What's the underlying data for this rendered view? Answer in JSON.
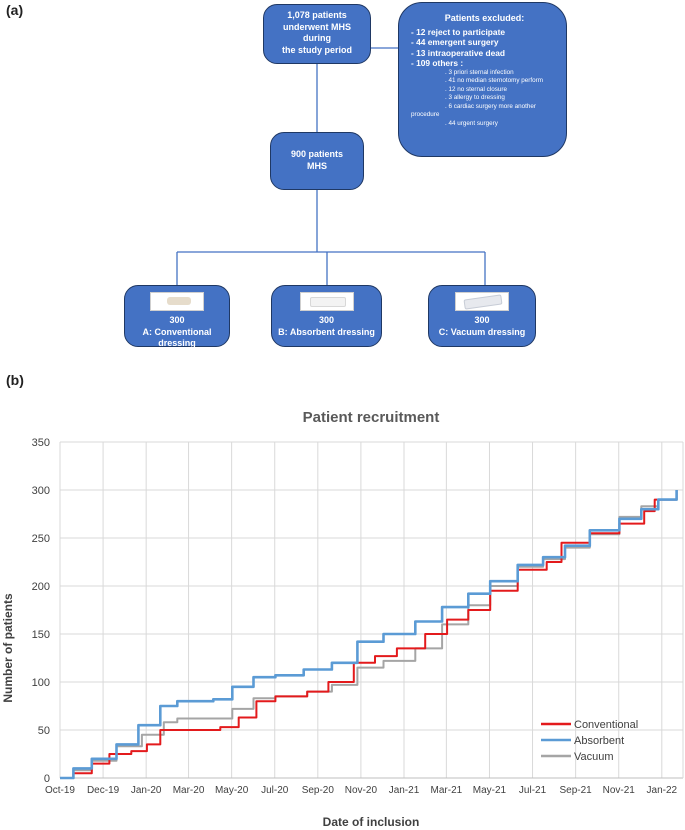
{
  "panel_a": {
    "label": "(a)",
    "top_box": [
      "1,078 patients",
      "underwent MHS",
      "during",
      "the study period"
    ],
    "excluded": {
      "title": "Patients excluded:",
      "items": [
        "- 12 reject to participate",
        "- 44 emergent surgery",
        "- 13 intraoperative dead",
        "- 109 others :"
      ],
      "sub_items": [
        ". 3 priori sternal infection",
        ". 41 no median sternotomy perform",
        ". 12 no sternal closure",
        ". 3 allergy to dressing"
      ],
      "sub_wrap_a": ". 6 cardiac surgery more another",
      "sub_wrap_b": "procedure",
      "sub_last": ". 44 urgent surgery"
    },
    "middle_box": [
      "900 patients",
      "MHS"
    ],
    "groups": [
      {
        "count": "300",
        "lines": [
          "A: Conventional",
          "dressing"
        ]
      },
      {
        "count": "300",
        "lines": [
          "B: Absorbent dressing"
        ]
      },
      {
        "count": "300",
        "lines": [
          "C: Vacuum dressing"
        ]
      }
    ],
    "colors": {
      "box_fill": "#4472c4",
      "box_border": "#1f3864",
      "connector": "#4472c4"
    }
  },
  "panel_b": {
    "label": "(b)"
  },
  "chart_data": {
    "type": "line",
    "title": "Patient recruitment",
    "xlabel": "Date of inclusion",
    "ylabel": "Number of patients",
    "x_tick_labels": [
      "Oct-19",
      "Dec-19",
      "Jan-20",
      "Mar-20",
      "May-20",
      "Jul-20",
      "Sep-20",
      "Nov-20",
      "Jan-21",
      "Mar-21",
      "May-21",
      "Jul-21",
      "Sep-21",
      "Nov-21",
      "Jan-22"
    ],
    "x_tick_dates": [
      "2019-10-01",
      "2019-12-01",
      "2020-01-31",
      "2020-03-31",
      "2020-05-31",
      "2020-07-31",
      "2020-09-30",
      "2020-11-30",
      "2021-01-30",
      "2021-03-31",
      "2021-05-31",
      "2021-07-31",
      "2021-09-30",
      "2021-11-30",
      "2022-01-30"
    ],
    "xlim": [
      "2019-10-01",
      "2022-03-01"
    ],
    "ylim": [
      0,
      350
    ],
    "y_ticks": [
      0,
      50,
      100,
      150,
      200,
      250,
      300,
      350
    ],
    "grid": true,
    "legend_position": "lower-right",
    "series": [
      {
        "name": "Conventional",
        "color": "#e31a1c",
        "x": [
          "2019-10-01",
          "2019-10-20",
          "2019-11-15",
          "2019-12-10",
          "2020-01-10",
          "2020-02-01",
          "2020-02-20",
          "2020-05-15",
          "2020-06-10",
          "2020-07-05",
          "2020-08-01",
          "2020-09-15",
          "2020-10-15",
          "2020-11-20",
          "2020-12-20",
          "2021-01-20",
          "2021-03-01",
          "2021-04-01",
          "2021-05-01",
          "2021-06-01",
          "2021-07-10",
          "2021-08-20",
          "2021-09-10",
          "2021-10-20",
          "2021-12-01",
          "2022-01-05",
          "2022-01-20",
          "2022-02-20"
        ],
        "y": [
          0,
          5,
          15,
          25,
          28,
          35,
          50,
          53,
          63,
          80,
          85,
          90,
          100,
          120,
          127,
          135,
          150,
          165,
          175,
          195,
          217,
          225,
          245,
          255,
          265,
          278,
          290,
          300
        ]
      },
      {
        "name": "Absorbent",
        "color": "#5b9bd5",
        "x": [
          "2019-10-01",
          "2019-10-20",
          "2019-11-15",
          "2019-12-20",
          "2020-01-20",
          "2020-02-20",
          "2020-03-15",
          "2020-05-05",
          "2020-06-01",
          "2020-07-01",
          "2020-08-01",
          "2020-09-10",
          "2020-10-20",
          "2020-11-25",
          "2021-01-01",
          "2021-02-15",
          "2021-03-25",
          "2021-05-01",
          "2021-06-01",
          "2021-07-10",
          "2021-08-15",
          "2021-09-15",
          "2021-10-20",
          "2021-12-01",
          "2022-01-01",
          "2022-01-25",
          "2022-02-20"
        ],
        "y": [
          0,
          10,
          20,
          35,
          55,
          75,
          80,
          82,
          95,
          105,
          107,
          113,
          120,
          142,
          150,
          163,
          178,
          192,
          205,
          222,
          230,
          242,
          258,
          270,
          280,
          290,
          300
        ]
      },
      {
        "name": "Vacuum",
        "color": "#a5a5a5",
        "x": [
          "2019-10-01",
          "2019-10-20",
          "2019-11-15",
          "2019-12-20",
          "2020-01-25",
          "2020-02-25",
          "2020-03-15",
          "2020-05-05",
          "2020-06-01",
          "2020-07-01",
          "2020-08-01",
          "2020-09-15",
          "2020-10-20",
          "2020-11-25",
          "2021-01-01",
          "2021-02-15",
          "2021-03-25",
          "2021-05-01",
          "2021-06-01",
          "2021-07-10",
          "2021-08-15",
          "2021-09-15",
          "2021-10-20",
          "2021-12-01",
          "2022-01-01",
          "2022-01-25",
          "2022-02-20"
        ],
        "y": [
          0,
          8,
          18,
          33,
          45,
          58,
          62,
          62,
          72,
          83,
          85,
          90,
          97,
          115,
          122,
          135,
          160,
          180,
          200,
          220,
          228,
          240,
          254,
          272,
          283,
          290,
          300
        ]
      }
    ]
  }
}
